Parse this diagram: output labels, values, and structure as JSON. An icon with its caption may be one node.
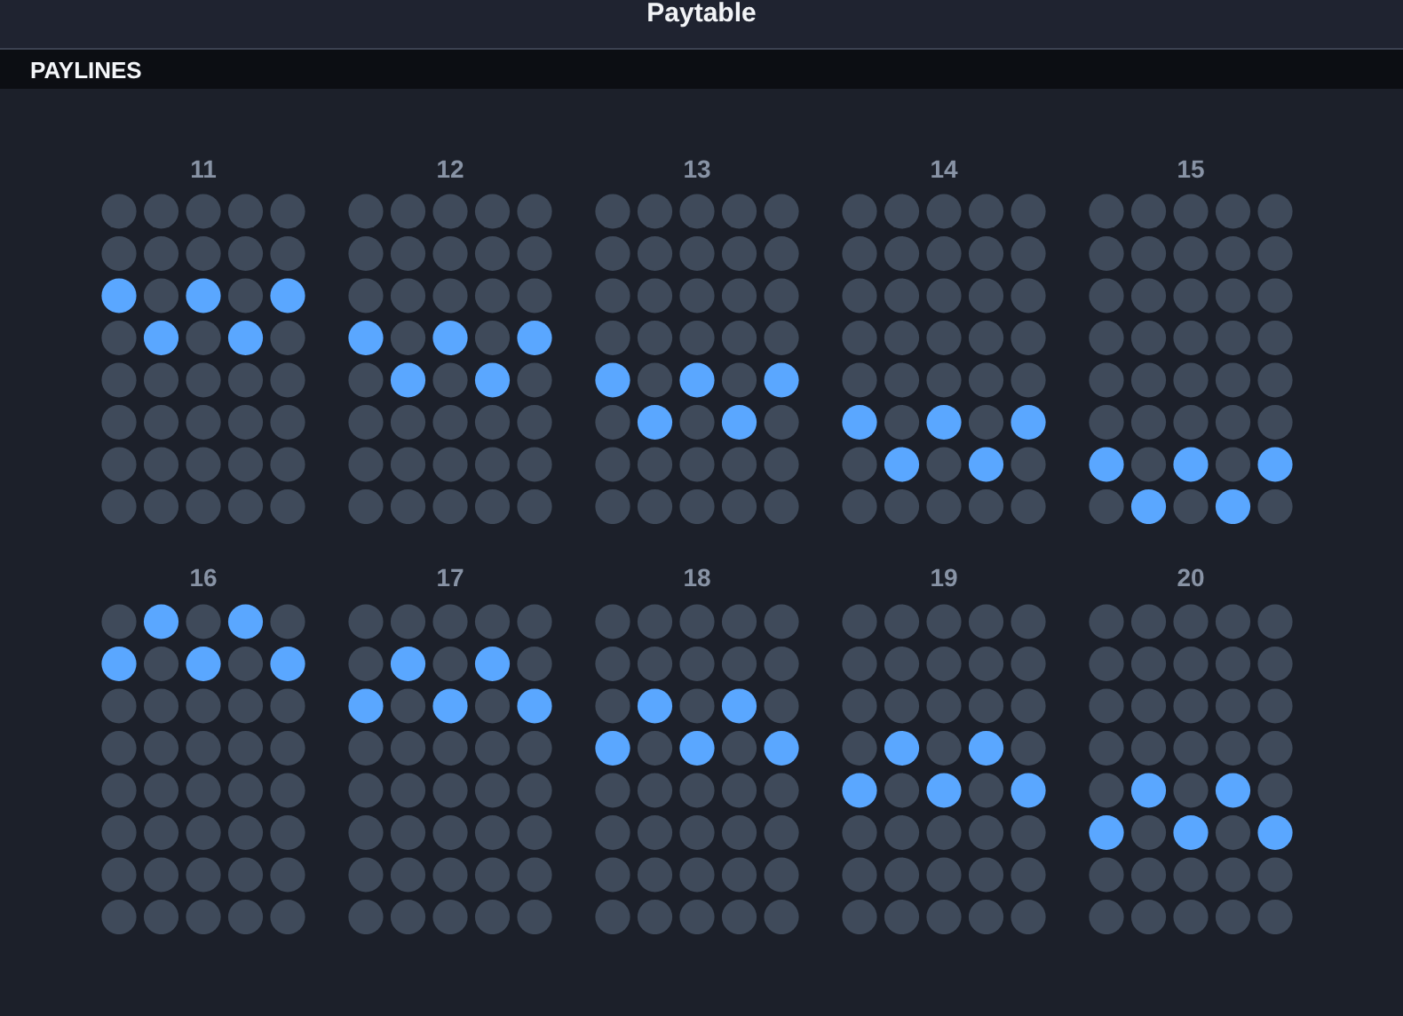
{
  "diagram": {
    "title": "Paytable",
    "labels": [
      "PAYLINES",
      "11",
      "12",
      "13",
      "14",
      "15",
      "16",
      "17",
      "18",
      "19",
      "20"
    ]
  }
}
